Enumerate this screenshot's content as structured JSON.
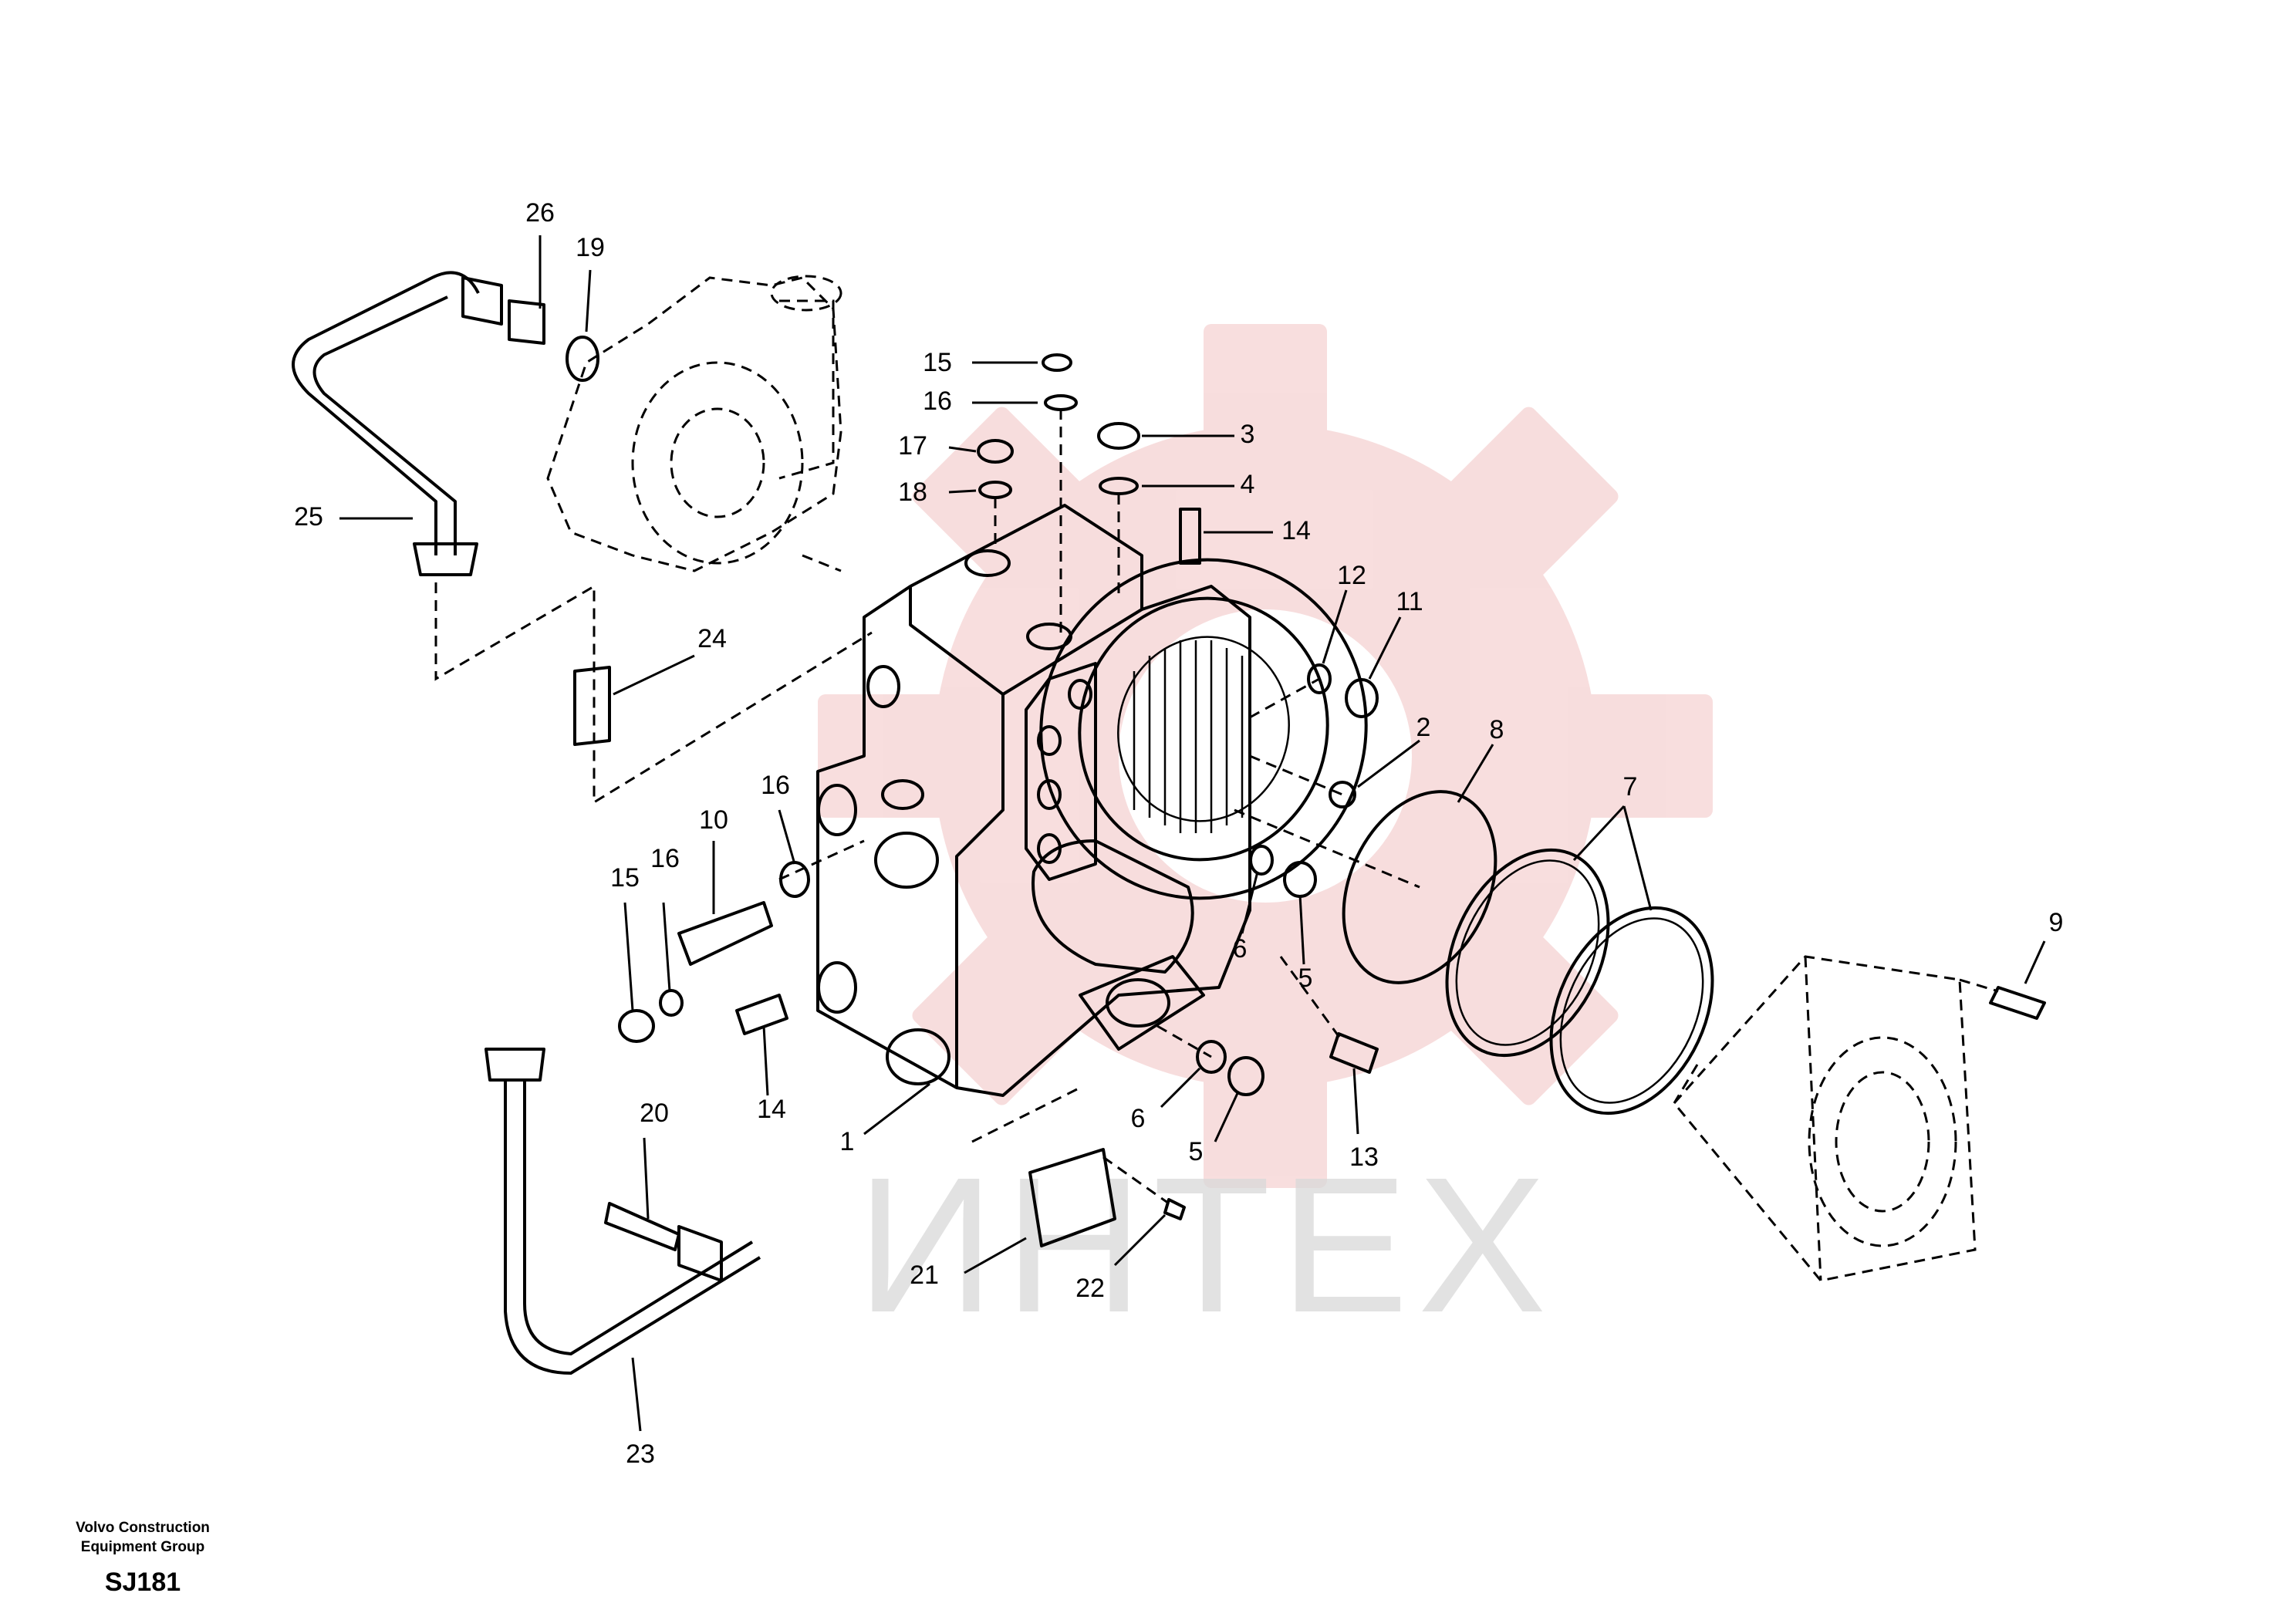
{
  "watermark": {
    "text": "ИНТЕХ",
    "color": "#d9d9d9",
    "gear_color": "#f3c8c8"
  },
  "footer": {
    "org_line1": "Volvo Construction",
    "org_line2": "Equipment Group",
    "code": "SJ181"
  },
  "callouts": [
    {
      "id": "c26",
      "label": "26"
    },
    {
      "id": "c19",
      "label": "19"
    },
    {
      "id": "c15a",
      "label": "15"
    },
    {
      "id": "c16a",
      "label": "16"
    },
    {
      "id": "c3",
      "label": "3"
    },
    {
      "id": "c17",
      "label": "17"
    },
    {
      "id": "c4",
      "label": "4"
    },
    {
      "id": "c18",
      "label": "18"
    },
    {
      "id": "c14a",
      "label": "14"
    },
    {
      "id": "c25",
      "label": "25"
    },
    {
      "id": "c12",
      "label": "12"
    },
    {
      "id": "c11",
      "label": "11"
    },
    {
      "id": "c24",
      "label": "24"
    },
    {
      "id": "c2",
      "label": "2"
    },
    {
      "id": "c8",
      "label": "8"
    },
    {
      "id": "c7",
      "label": "7"
    },
    {
      "id": "c16b",
      "label": "16"
    },
    {
      "id": "c10",
      "label": "10"
    },
    {
      "id": "c15b",
      "label": "15"
    },
    {
      "id": "c16c",
      "label": "16"
    },
    {
      "id": "c6a",
      "label": "6"
    },
    {
      "id": "c5a",
      "label": "5"
    },
    {
      "id": "c9",
      "label": "9"
    },
    {
      "id": "c14b",
      "label": "14"
    },
    {
      "id": "c1",
      "label": "1"
    },
    {
      "id": "c6b",
      "label": "6"
    },
    {
      "id": "c5b",
      "label": "5"
    },
    {
      "id": "c13",
      "label": "13"
    },
    {
      "id": "c20",
      "label": "20"
    },
    {
      "id": "c21",
      "label": "21"
    },
    {
      "id": "c22",
      "label": "22"
    },
    {
      "id": "c23",
      "label": "23"
    }
  ]
}
